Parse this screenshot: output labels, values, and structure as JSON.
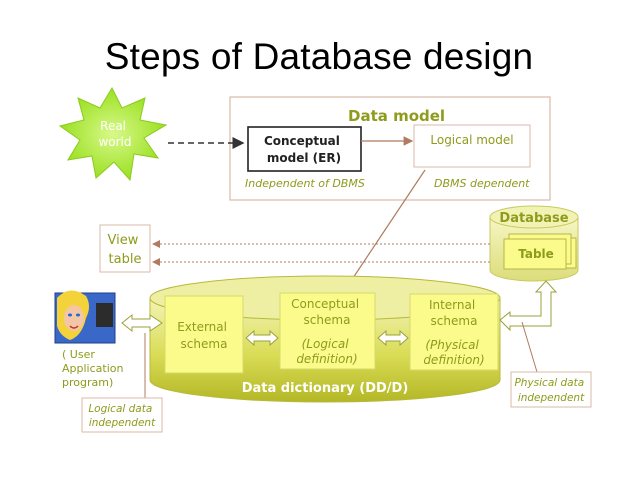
{
  "title": "Steps of Database design",
  "diagram": {
    "real_world": "Real\nworld",
    "data_model": "Data model",
    "conceptual_model": "Conceptual\nmodel (ER)",
    "logical_model": "Logical model",
    "independent_dbms": "Independent of DBMS",
    "dbms_dependent": "DBMS dependent",
    "database": "Database",
    "table": "Table",
    "view_table": "View\ntable",
    "external_schema": "External\nschema",
    "conceptual_schema": "Conceptual\nschema",
    "logical_definition": "(Logical\ndefinition)",
    "internal_schema": "Internal\nschema",
    "physical_definition": "(Physical\ndefinition)",
    "data_dictionary": "Data dictionary (DD/D)",
    "user_app": "( User\nApplication\nprogram)",
    "logical_data_independent": "Logical data\nindependent",
    "physical_data_independent": "Physical data\nindependent"
  },
  "colors": {
    "olive_text": "#8e9b1c",
    "box_fill": "#fbfb8c",
    "box_border": "#d6d86a",
    "star_fill": "#a6ec2e",
    "arrow": "#b07b62"
  }
}
